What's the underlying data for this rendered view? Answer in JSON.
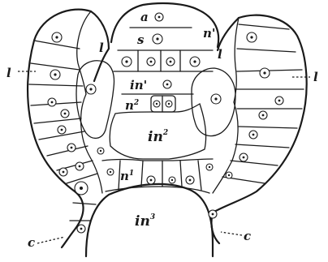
{
  "labels": {
    "a": "a",
    "s": "s",
    "n_prime": "n'",
    "l_left_outer": "l",
    "l_left_inner": "l",
    "l_right_inner": "l",
    "l_right_outer": "l",
    "in_prime": "in'",
    "n2": "n",
    "n2_sup": "2",
    "in2": "in",
    "in2_sup": "2",
    "n1": "n",
    "n1_sup": "1",
    "in3": "in",
    "in3_sup": "3",
    "c_left": "c",
    "c_right": "c"
  }
}
